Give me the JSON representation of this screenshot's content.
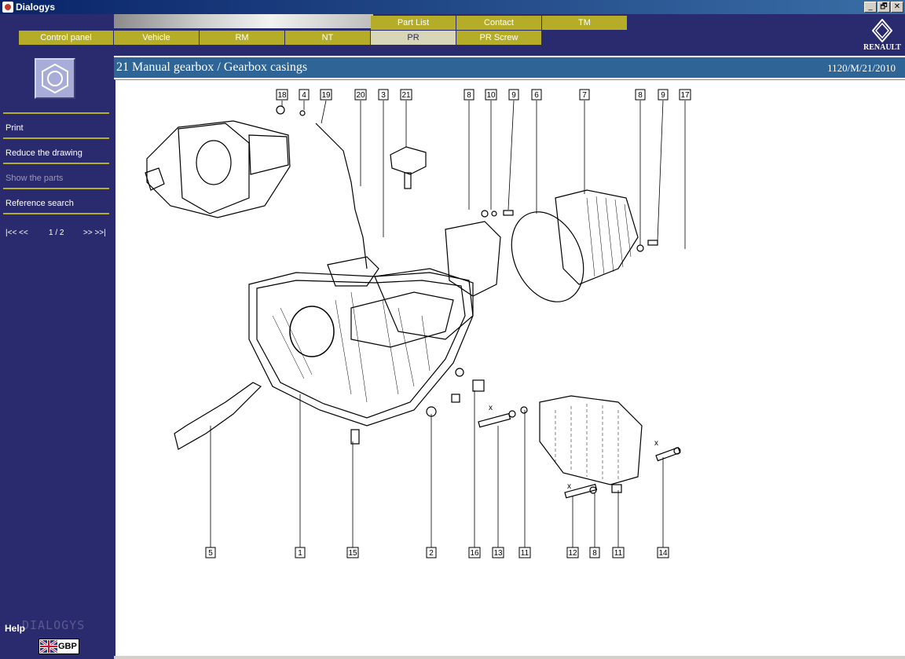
{
  "window": {
    "title": "Dialogys",
    "controls": {
      "minimize": "_",
      "restore": "🗗",
      "close": "✕"
    }
  },
  "nav": {
    "top_row": [
      {
        "label": "Part List"
      },
      {
        "label": "Contact"
      },
      {
        "label": "TM"
      }
    ],
    "bottom_row": [
      {
        "label": "Control panel"
      },
      {
        "label": "Vehicle"
      },
      {
        "label": "RM"
      },
      {
        "label": "NT"
      },
      {
        "label": "PR",
        "active": true
      },
      {
        "label": "PR Screw"
      }
    ],
    "brand": "RENAULT"
  },
  "sidebar": {
    "items": [
      {
        "label": "Print",
        "enabled": true
      },
      {
        "label": "Reduce the drawing",
        "enabled": true
      },
      {
        "label": "Show the parts",
        "enabled": false
      },
      {
        "label": "Reference search",
        "enabled": true
      }
    ],
    "pager": {
      "first_prev": "|<< <<",
      "current": "1 / 2",
      "next_last": ">> >>|"
    },
    "help": "Help",
    "watermark": "DIALOGYS",
    "currency": "GBP"
  },
  "content": {
    "title": "21 Manual gearbox / Gearbox casings",
    "reference": "1120/M/21/2010",
    "callouts_top": [
      "18",
      "4",
      "19",
      "20",
      "3",
      "21",
      "8",
      "10",
      "9",
      "6",
      "7",
      "8",
      "9",
      "17"
    ],
    "callouts_bottom": [
      "5",
      "1",
      "15",
      "2",
      "16",
      "13",
      "11",
      "12",
      "8",
      "11",
      "14"
    ],
    "dimension_marks": [
      "x",
      "x",
      "x"
    ]
  },
  "colors": {
    "navy": "#2a2a6e",
    "olive": "#b5ad28",
    "title_blue": "#2e6496",
    "active_tab": "#d8d6b8"
  }
}
